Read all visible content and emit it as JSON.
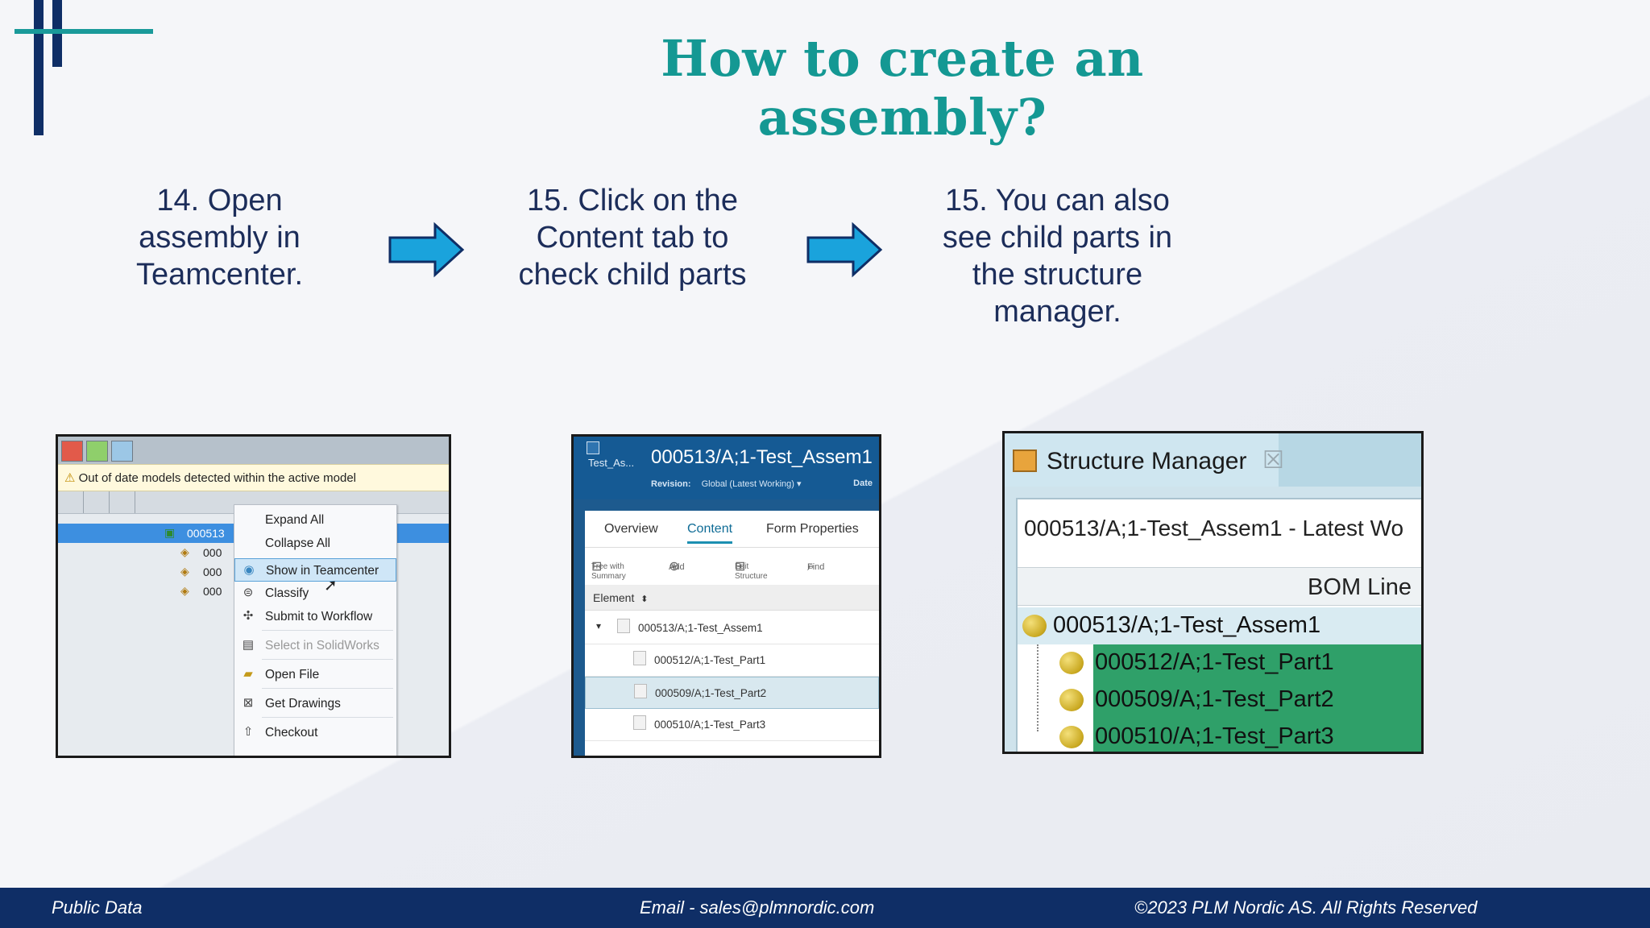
{
  "title": "How to create an assembly?",
  "steps": [
    {
      "text": "14. Open assembly in Teamcenter."
    },
    {
      "text": "15. Click on the Content tab to check child parts"
    },
    {
      "text": "15. You can also see child parts in the structure manager."
    }
  ],
  "shot1": {
    "warning": "Out of date models detected within the active model",
    "rows": [
      "000513",
      "000",
      "000",
      "000"
    ],
    "menu": [
      {
        "label": "Expand All",
        "icon": "none"
      },
      {
        "label": "Collapse All",
        "icon": "none"
      },
      {
        "label": "Show in Teamcenter",
        "icon": "teamcenter-icon"
      },
      {
        "label": "Classify",
        "icon": "classify-icon"
      },
      {
        "label": "Submit to Workflow",
        "icon": "workflow-icon"
      },
      {
        "label": "Select in SolidWorks",
        "icon": "solidworks-icon"
      },
      {
        "label": "Open File",
        "icon": "open-file-icon"
      },
      {
        "label": "Get Drawings",
        "icon": "drawings-icon"
      },
      {
        "label": "Checkout",
        "icon": "checkout-icon"
      }
    ]
  },
  "shot2": {
    "item_title": "000513/A;1-Test_Assem1",
    "item_short": "Test_As...",
    "revision_label": "Revision:",
    "revision_value": "Global (Latest Working)",
    "date_label": "Date",
    "tabs": [
      "Overview",
      "Content",
      "Form Properties"
    ],
    "tools": [
      "Tree with Summary",
      "Add",
      "Edit Structure",
      "Find"
    ],
    "column": "Element",
    "rows": [
      "000513/A;1-Test_Assem1",
      "000512/A;1-Test_Part1",
      "000509/A;1-Test_Part2",
      "000510/A;1-Test_Part3"
    ]
  },
  "shot3": {
    "tab_title": "Structure Manager",
    "path": "000513/A;1-Test_Assem1 - Latest Wo",
    "column": "BOM Line",
    "lines": [
      "000513/A;1-Test_Assem1",
      "000512/A;1-Test_Part1",
      "000509/A;1-Test_Part2",
      "000510/A;1-Test_Part3"
    ]
  },
  "footer": {
    "left": "Public Data",
    "center": "Email - sales@plmnordic.com",
    "right": "©2023 PLM Nordic AS. All Rights Reserved"
  },
  "colors": {
    "title": "#149893",
    "navy": "#0f2e66",
    "arrow": "#1aa3dc",
    "highlight_green": "#2fa069"
  }
}
